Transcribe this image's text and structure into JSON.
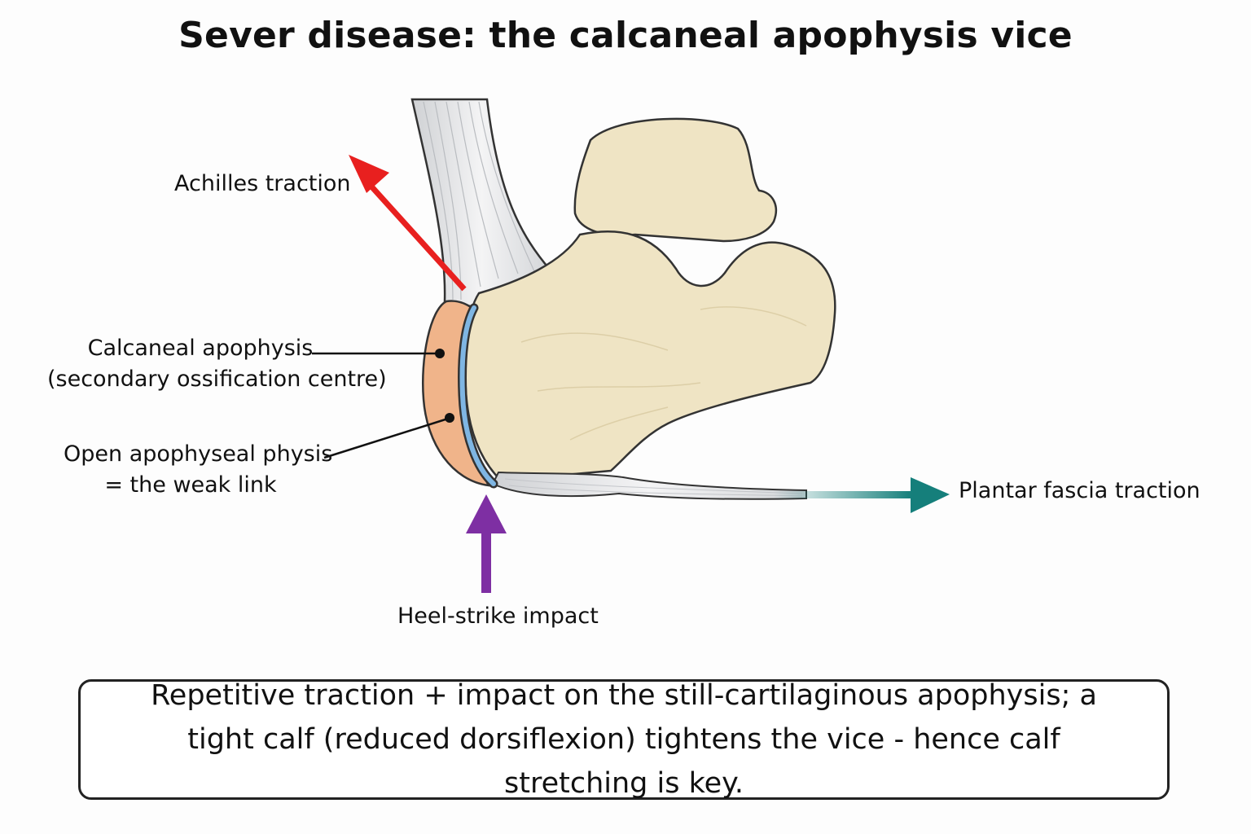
{
  "title": "Sever disease: the calcaneal apophysis vice",
  "labels": {
    "achilles": "Achilles traction",
    "apophysis_line1": "Calcaneal apophysis",
    "apophysis_line2": "(secondary ossification centre)",
    "physis_line1": "Open apophyseal physis",
    "physis_line2": "= the weak link",
    "plantar": "Plantar fascia traction",
    "heel_strike": "Heel-strike impact"
  },
  "summary": "Repetitive traction + impact on the still-cartilaginous apophysis; a tight calf (reduced dorsiflexion) tightens the vice - hence calf stretching is key.",
  "colors": {
    "achilles_arrow": "#e8201f",
    "plantar_arrow": "#157f7b",
    "impact_arrow": "#7e2fa3",
    "bone": "#efe4c4",
    "apophysis": "#f0b48a",
    "physis": "#7fb6e3"
  }
}
